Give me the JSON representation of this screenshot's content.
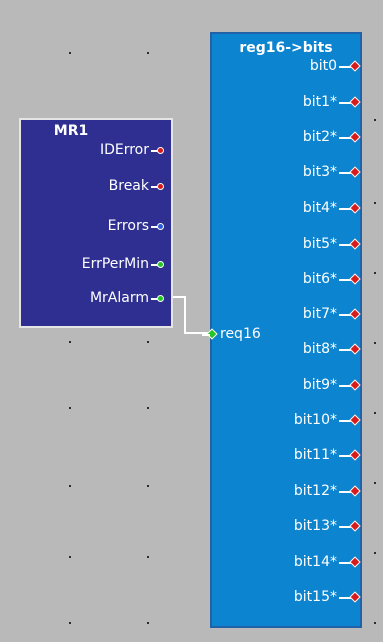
{
  "colors": {
    "background": "#b9b9b9",
    "mr1_block": "#2f2f91",
    "reg_block": "#0d84cf",
    "port_red": "#d71a1a",
    "port_blue": "#2a5bd8",
    "port_green": "#24c524",
    "wire": "#ffffff"
  },
  "mr1": {
    "title": "MR1",
    "ports": [
      {
        "label": "IDError",
        "color": "#d71a1a",
        "icon": "red-output-port"
      },
      {
        "label": "Break",
        "color": "#d71a1a",
        "icon": "red-output-port"
      },
      {
        "label": "Errors",
        "color": "#2a5bd8",
        "icon": "blue-output-port"
      },
      {
        "label": "ErrPerMin",
        "color": "#24c524",
        "icon": "green-output-port"
      },
      {
        "label": "MrAlarm",
        "color": "#24c524",
        "icon": "green-output-port"
      }
    ]
  },
  "reg": {
    "title": "reg16->bits",
    "input": {
      "label": "req16",
      "color": "#24c524",
      "icon": "input-port"
    },
    "outputs": [
      {
        "label": "bit0"
      },
      {
        "label": "bit1*"
      },
      {
        "label": "bit2*"
      },
      {
        "label": "bit3*"
      },
      {
        "label": "bit4*"
      },
      {
        "label": "bit5*"
      },
      {
        "label": "bit6*"
      },
      {
        "label": "bit7*"
      },
      {
        "label": "bit8*"
      },
      {
        "label": "bit9*"
      },
      {
        "label": "bit10*"
      },
      {
        "label": "bit11*"
      },
      {
        "label": "bit12*"
      },
      {
        "label": "bit13*"
      },
      {
        "label": "bit14*"
      },
      {
        "label": "bit15*"
      }
    ],
    "output_color": "#d71a1a",
    "output_icon": "red-diamond-output-port"
  }
}
